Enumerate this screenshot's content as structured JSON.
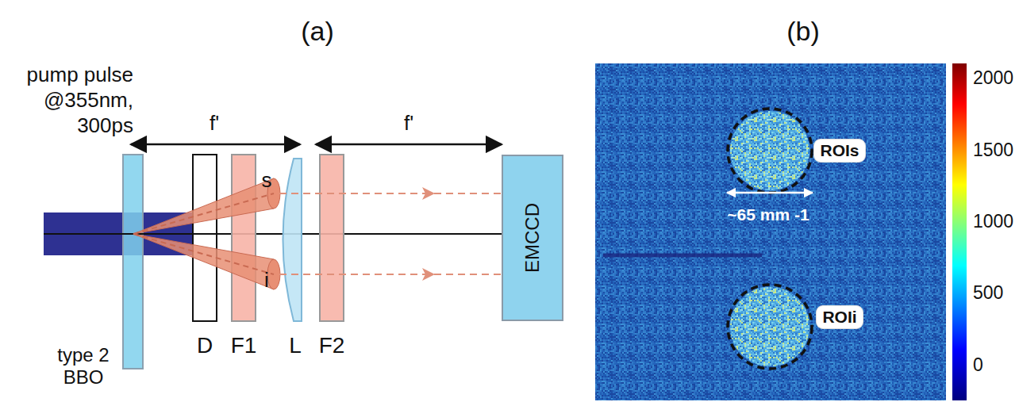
{
  "diagram": {
    "nodes": [
      {
        "text": [
          "EMCCD"
        ]
      },
      {
        "text": [
          "ROIs"
        ]
      },
      {
        "text": [
          "ROIi"
        ]
      }
    ],
    "labels": [
      "(a)",
      "pump pulse @355nm, 300ps",
      "f'",
      "f'",
      "s",
      "i",
      "type 2 BBO",
      "D",
      "F1",
      "L",
      "F2",
      "(b)",
      "~65 mm -1",
      "2000",
      "1500",
      "1000",
      "500",
      "0"
    ]
  }
}
